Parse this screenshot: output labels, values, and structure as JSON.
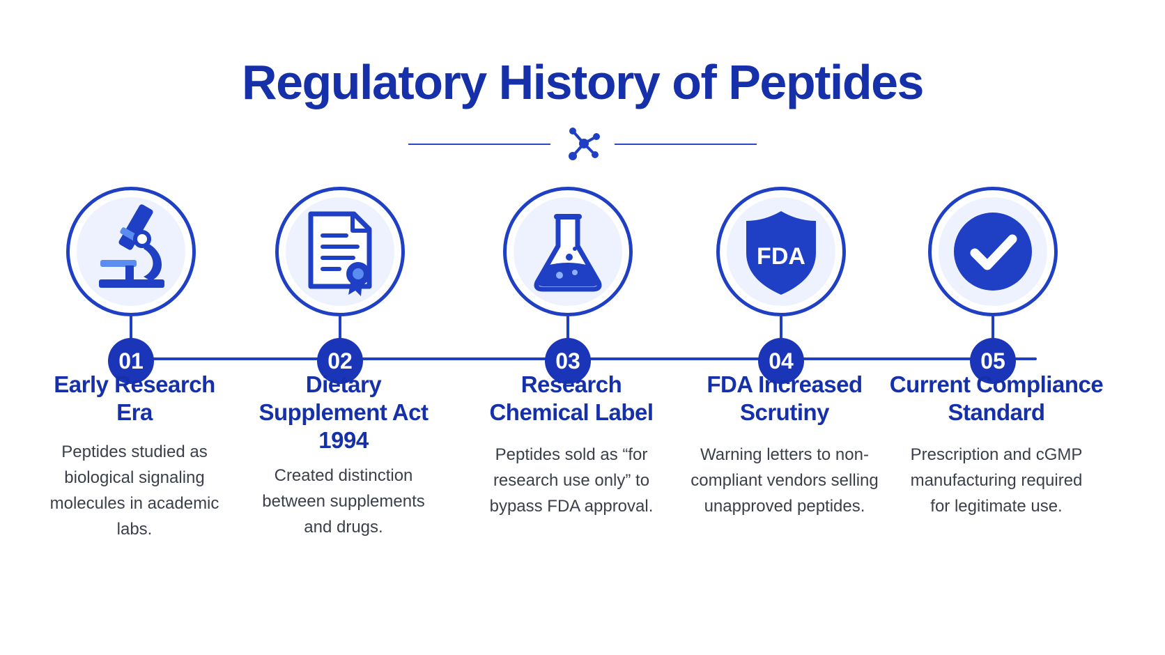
{
  "title": "Regulatory History of Peptides",
  "colors": {
    "primary": "#1a35b8",
    "accent": "#2f5fe8",
    "tint": "#eef2ff",
    "text": "#3b3f4a"
  },
  "divider": {
    "icon": "molecule-icon"
  },
  "steps": [
    {
      "number": "01",
      "icon": "microscope-icon",
      "title_lines": [
        "Early Research",
        "Era"
      ],
      "description": "Peptides studied as biological signaling molecules in academic labs."
    },
    {
      "number": "02",
      "icon": "certificate-document-icon",
      "title_lines": [
        "Dietary",
        "Supplement Act",
        "1994"
      ],
      "description": "Created distinction between supplements and drugs."
    },
    {
      "number": "03",
      "icon": "flask-icon",
      "title_lines": [
        "Research",
        "Chemical Label"
      ],
      "description": "Peptides sold as “for research use only” to bypass FDA approval."
    },
    {
      "number": "04",
      "icon": "fda-shield-icon",
      "shield_text": "FDA",
      "title_lines": [
        "FDA Increased",
        "Scrutiny"
      ],
      "description": "Warning letters to non-compliant vendors selling unapproved peptides."
    },
    {
      "number": "05",
      "icon": "checkmark-icon",
      "title_lines": [
        "Current Compliance",
        "Standard"
      ],
      "description": "Prescription and cGMP manufacturing required for legitimate use."
    }
  ]
}
